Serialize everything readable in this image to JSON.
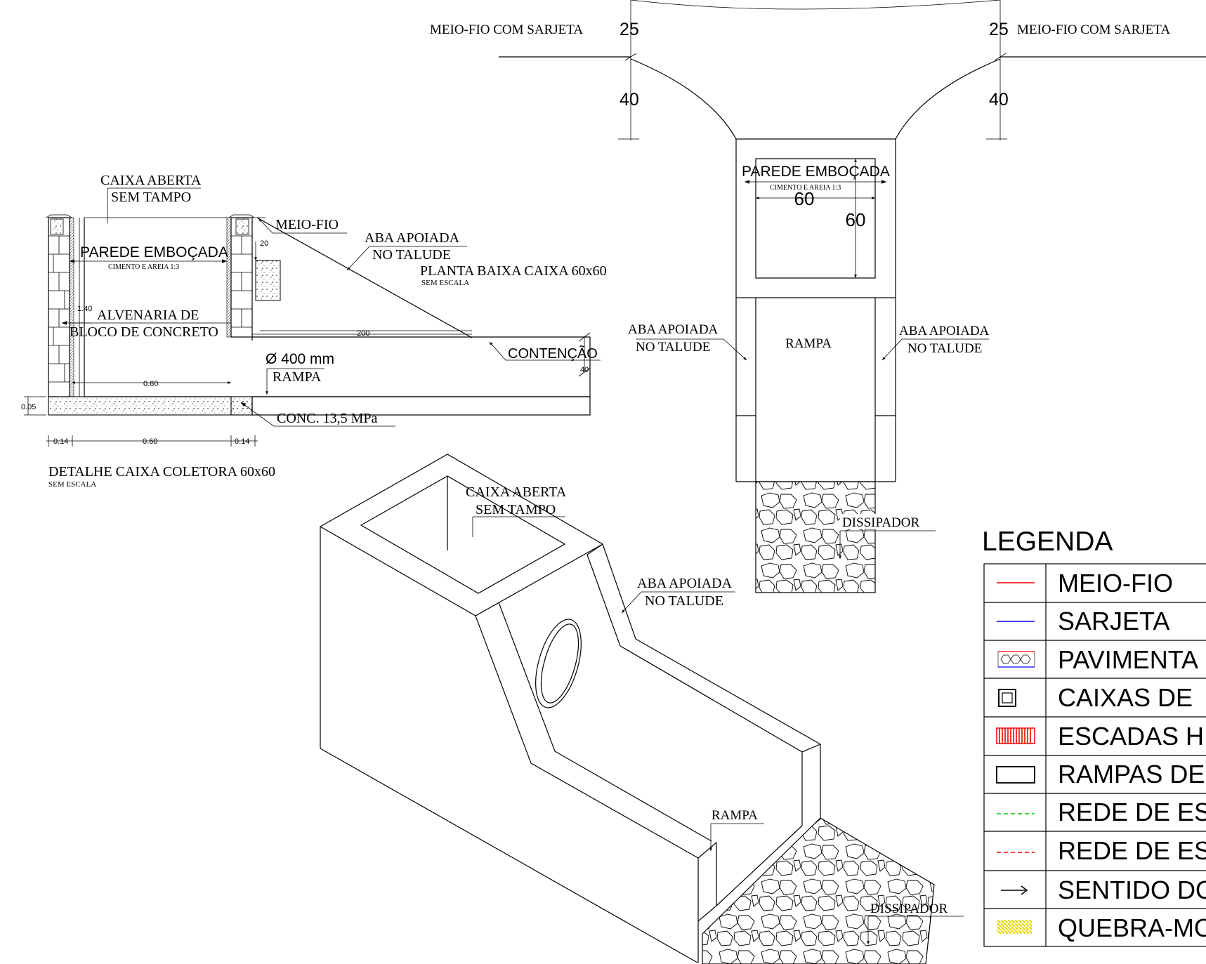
{
  "plan": {
    "curb_left": "MEIO-FIO COM SARJETA",
    "curb_right": "MEIO-FIO COM SARJETA",
    "dim_25_left": "25",
    "dim_25_right": "25",
    "dim_40_left": "40",
    "dim_40_right": "40",
    "wall_label": "PAREDE EMBOÇADA",
    "wall_sub": "CIMENTO E AREIA 1:3",
    "dim_60_w": "60",
    "dim_60_h": "60",
    "aba_left_1": "ABA APOIADA",
    "aba_left_2": "NO TALUDE",
    "aba_right_1": "ABA APOIADA",
    "aba_right_2": "NO TALUDE",
    "ramp": "RAMPA",
    "dissipator": "DISSIPADOR"
  },
  "section": {
    "box_open_1": "CAIXA ABERTA",
    "box_open_2": "SEM TAMPO",
    "curb": "MEIO-FIO",
    "aba_1": "ABA APOIADA",
    "aba_2": "NO TALUDE",
    "plan_title": "PLANTA BAIXA CAIXA 60x60",
    "plan_scale": "SEM ESCALA",
    "wall_label": "PAREDE EMBOÇADA",
    "wall_sub": "CIMENTO E AREIA 1:3",
    "masonry_1": "ALVENARIA DE",
    "masonry_2": "BLOCO DE CONCRETO",
    "dim_140": "1.40",
    "dim_20": "20",
    "dim_200": "200",
    "containment": "CONTENÇÃO",
    "pipe": "Ø 400 mm",
    "ramp": "RAMPA",
    "dim_40": "40",
    "dim_060_inner": "0.60",
    "dim_005": "0.05",
    "concrete": "CONC. 13,5 MPa",
    "dim_014_l": "0.14",
    "dim_060": "0.60",
    "dim_014_r": "0.14",
    "title": "DETALHE CAIXA  COLETORA 60x60",
    "scale": "SEM ESCALA"
  },
  "iso": {
    "box_open_1": "CAIXA ABERTA",
    "box_open_2": "SEM TAMPO",
    "aba_1": "ABA APOIADA",
    "aba_2": "NO TALUDE",
    "ramp": "RAMPA",
    "dissipator": "DISSIPADOR"
  },
  "legend": {
    "title": "LEGENDA",
    "items": [
      {
        "label": "MEIO-FIO",
        "icon": "red-line",
        "color": "#ff0000"
      },
      {
        "label": "SARJETA",
        "icon": "blue-line",
        "color": "#0000ff"
      },
      {
        "label": "PAVIMENTA",
        "icon": "paving-hatch",
        "color": "#ff0000"
      },
      {
        "label": "CAIXAS DE",
        "icon": "box-square",
        "color": "#000000"
      },
      {
        "label": "ESCADAS H",
        "icon": "red-stairs",
        "color": "#ff0000"
      },
      {
        "label": "RAMPAS DE",
        "icon": "rectangle",
        "color": "#000000"
      },
      {
        "label": "REDE DE ES",
        "icon": "green-dashed-line",
        "color": "#00cc00"
      },
      {
        "label": "REDE DE ES",
        "icon": "red-dashed-line",
        "color": "#ff0000"
      },
      {
        "label": "SENTIDO DO",
        "icon": "arrow-right",
        "color": "#000000"
      },
      {
        "label": "QUEBRA-MO",
        "icon": "yellow-hatch",
        "color": "#ffee00"
      }
    ]
  }
}
